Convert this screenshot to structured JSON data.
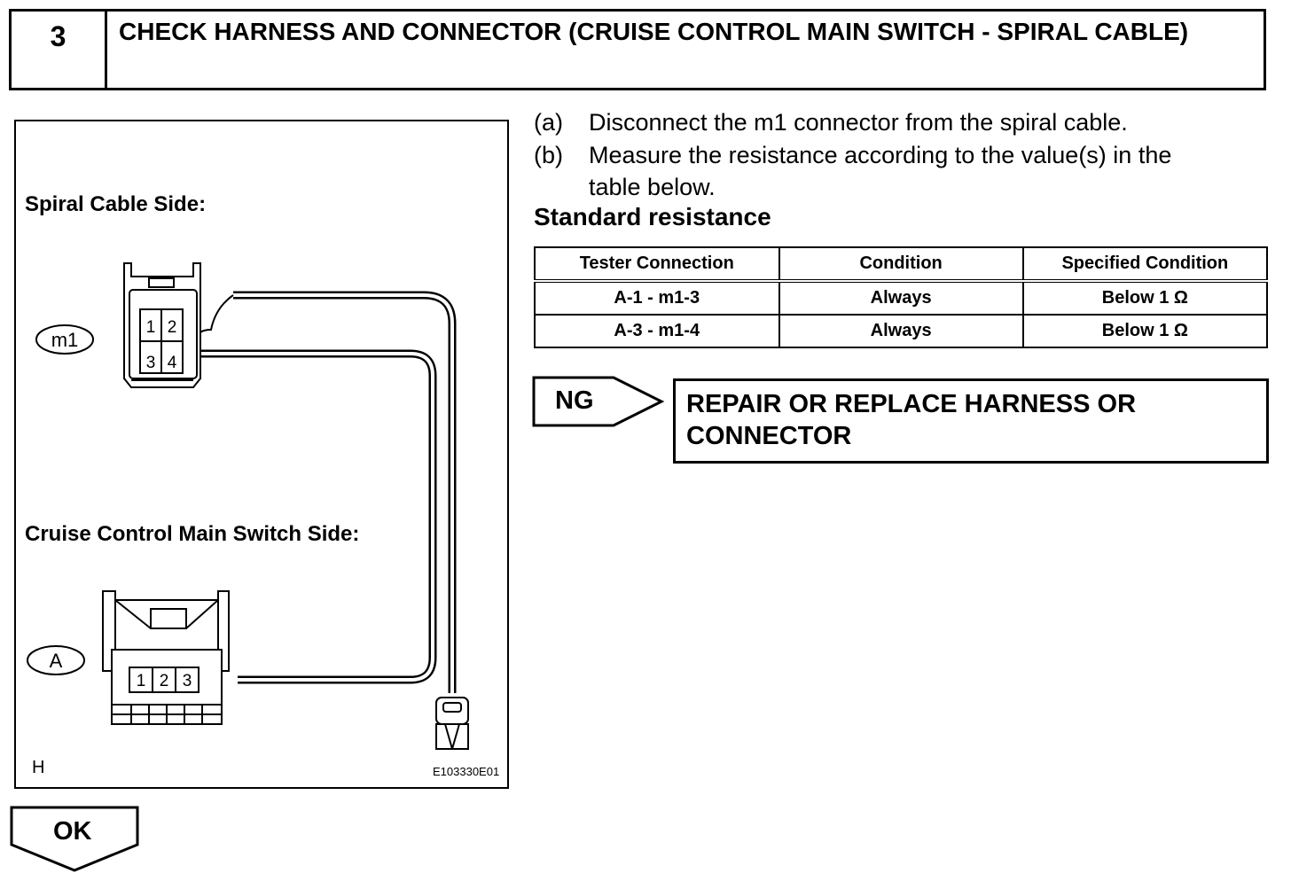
{
  "header": {
    "step_number": "3",
    "title": "CHECK HARNESS AND CONNECTOR (CRUISE CONTROL MAIN SWITCH - SPIRAL CABLE)"
  },
  "figure": {
    "spiral_side_label": "Spiral Cable Side:",
    "switch_side_label": "Cruise Control Main Switch Side:",
    "connector_m1": "m1",
    "connector_a": "A",
    "m1_pins": [
      "1",
      "2",
      "3",
      "4"
    ],
    "a_pins": [
      "1",
      "2",
      "3"
    ],
    "corner_letter": "H",
    "figure_code": "E103330E01"
  },
  "instructions": [
    {
      "tag": "(a)",
      "lines": [
        "Disconnect the m1 connector from the spiral cable."
      ]
    },
    {
      "tag": "(b)",
      "lines": [
        "Measure the resistance according to the value(s) in the",
        "table below."
      ]
    }
  ],
  "standard_resistance_label": "Standard resistance",
  "table": {
    "headers": [
      "Tester Connection",
      "Condition",
      "Specified Condition"
    ],
    "rows": [
      [
        "A-1 - m1-3",
        "Always",
        "Below 1 Ω"
      ],
      [
        "A-3 - m1-4",
        "Always",
        "Below 1 Ω"
      ]
    ]
  },
  "ng": {
    "label": "NG",
    "result_lines": [
      "REPAIR OR REPLACE HARNESS OR",
      "CONNECTOR"
    ]
  },
  "ok": {
    "label": "OK"
  }
}
